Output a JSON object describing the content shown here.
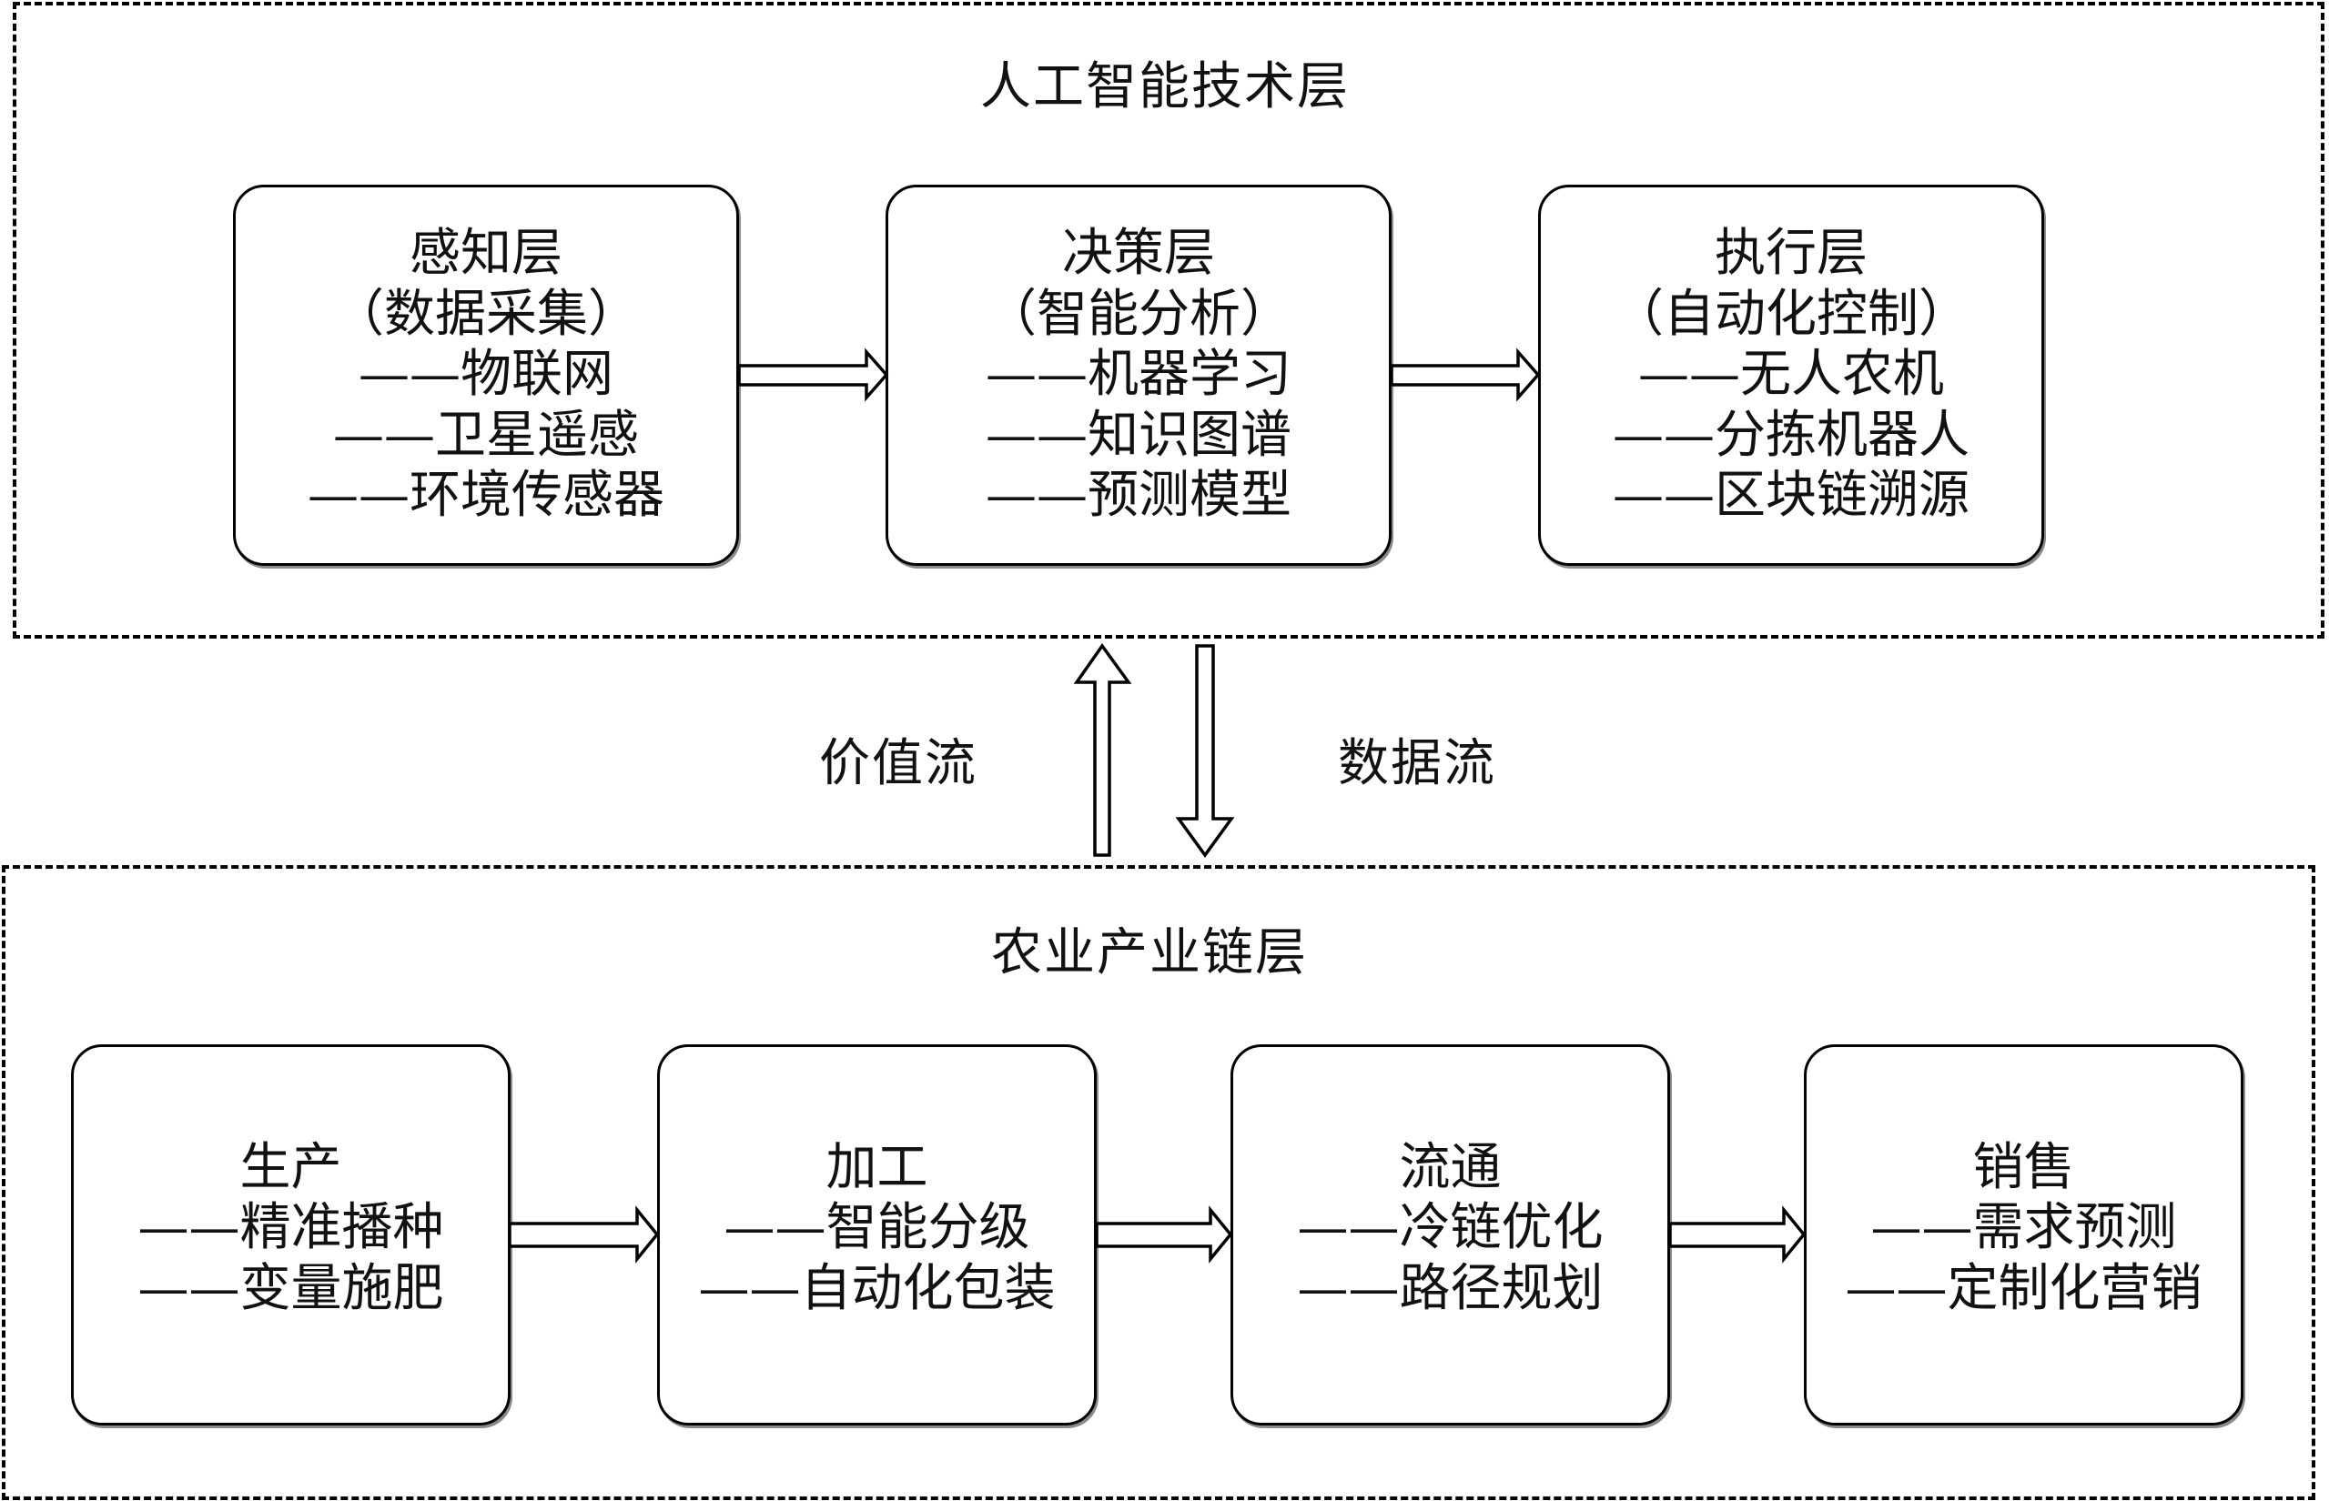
{
  "ai_layer": {
    "title": "人工智能技术层",
    "boxes": [
      {
        "title": "感知层",
        "subtitle": "（数据采集）",
        "items": [
          "——物联网",
          "——卫星遥感",
          "——环境传感器"
        ]
      },
      {
        "title": "决策层",
        "subtitle": "（智能分析）",
        "items": [
          "——机器学习",
          "——知识图谱",
          "——预测模型"
        ]
      },
      {
        "title": "执行层",
        "subtitle": "（自动化控制）",
        "items": [
          "——无人农机",
          "——分拣机器人",
          "——区块链溯源"
        ]
      }
    ]
  },
  "flows": {
    "value_flow": "价值流",
    "data_flow": "数据流"
  },
  "chain_layer": {
    "title": "农业产业链层",
    "boxes": [
      {
        "title": "生产",
        "items": [
          "——精准播种",
          "——变量施肥"
        ]
      },
      {
        "title": "加工",
        "items": [
          "——智能分级",
          "——自动化包装"
        ]
      },
      {
        "title": "流通",
        "items": [
          "——冷链优化",
          "——路径规划"
        ]
      },
      {
        "title": "销售",
        "items": [
          "——需求预测",
          "——定制化营销"
        ]
      }
    ]
  }
}
